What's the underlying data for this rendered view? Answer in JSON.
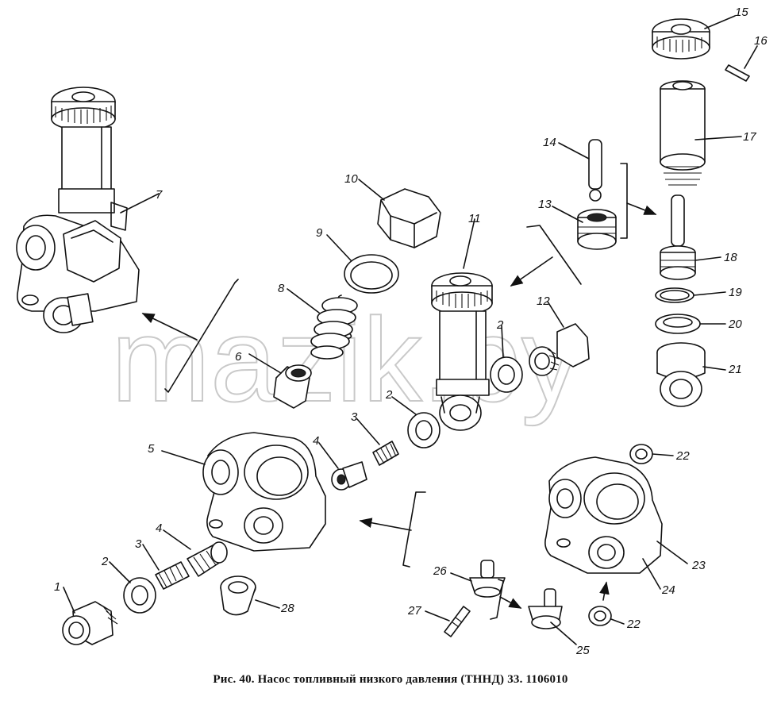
{
  "watermark": "mazik.by",
  "caption": "Рис. 40. Насос топливный низкого давления (ТННД) 33. 1106010",
  "callouts": {
    "c1": "1",
    "c2a": "2",
    "c2b": "2",
    "c2c": "2",
    "c3a": "3",
    "c3b": "3",
    "c4a": "4",
    "c4b": "4",
    "c5": "5",
    "c6": "6",
    "c7": "7",
    "c8": "8",
    "c9": "9",
    "c10": "10",
    "c11": "11",
    "c12": "12",
    "c13": "13",
    "c14": "14",
    "c15": "15",
    "c16": "16",
    "c17": "17",
    "c18": "18",
    "c19": "19",
    "c20": "20",
    "c21": "21",
    "c22a": "22",
    "c22b": "22",
    "c23": "23",
    "c24": "24",
    "c25": "25",
    "c26": "26",
    "c27": "27",
    "c28": "28"
  }
}
